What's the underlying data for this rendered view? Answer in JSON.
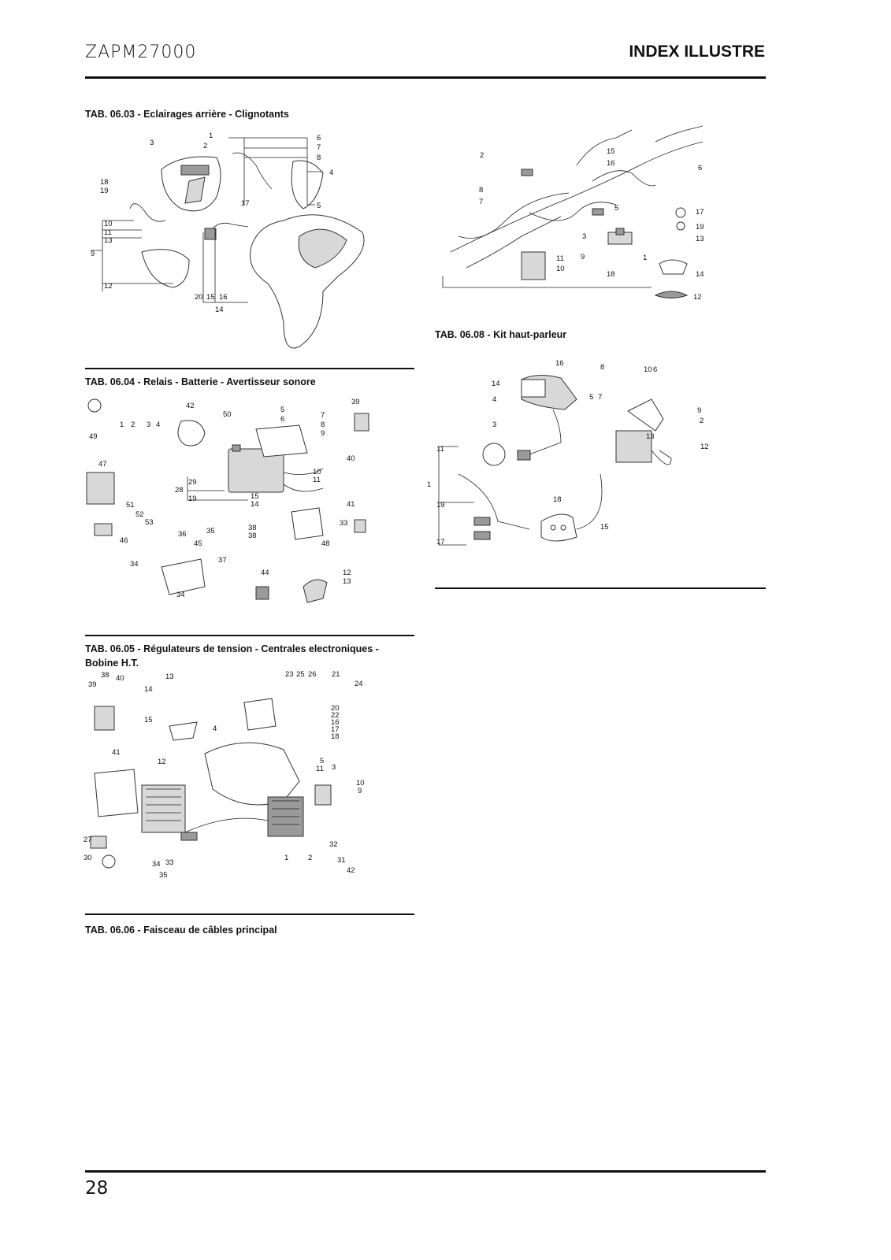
{
  "header": {
    "code": "ZAPM27000",
    "title": "INDEX ILLUSTRE"
  },
  "sections": {
    "tab0603": {
      "caption": "TAB. 06.03 - Eclairages arrière - Clignotants",
      "labels": [
        "1",
        "2",
        "3",
        "4",
        "5",
        "6",
        "7",
        "8",
        "9",
        "10",
        "11",
        "12",
        "13",
        "14",
        "15",
        "16",
        "17",
        "18",
        "19",
        "20"
      ]
    },
    "tab0604": {
      "caption": "TAB. 06.04 - Relais - Batterie - Avertisseur sonore",
      "labels": [
        "1",
        "2",
        "3",
        "4",
        "5",
        "6",
        "7",
        "8",
        "9",
        "10",
        "11",
        "12",
        "13",
        "14",
        "15",
        "19",
        "28",
        "29",
        "33",
        "34",
        "35",
        "36",
        "37",
        "38",
        "38",
        "39",
        "40",
        "41",
        "42",
        "44",
        "45",
        "46",
        "47",
        "48",
        "49",
        "50",
        "51",
        "52",
        "53",
        "34"
      ]
    },
    "tab0605": {
      "caption_line1": "TAB. 06.05 - Régulateurs de tension - Centrales electroniques -",
      "caption_line2": "Bobine H.T.",
      "labels": [
        "1",
        "2",
        "3",
        "4",
        "5",
        "9",
        "10",
        "11",
        "12",
        "13",
        "14",
        "15",
        "16",
        "17",
        "18",
        "20",
        "21",
        "22",
        "23",
        "24",
        "25",
        "26",
        "27",
        "30",
        "31",
        "32",
        "33",
        "34",
        "35",
        "38",
        "39",
        "40",
        "41",
        "42"
      ]
    },
    "tab0606": {
      "caption": "TAB. 06.06 - Faisceau de câbles principal",
      "labels": [
        "1",
        "2",
        "3",
        "5",
        "6",
        "7",
        "8",
        "9",
        "10",
        "11",
        "12",
        "13",
        "14",
        "15",
        "16",
        "17",
        "18",
        "19"
      ]
    },
    "tab0608": {
      "caption": "TAB. 06.08 - Kit haut-parleur",
      "labels": [
        "1",
        "2",
        "3",
        "4",
        "5",
        "6",
        "7",
        "8",
        "9",
        "10",
        "11",
        "12",
        "13",
        "14",
        "15",
        "16",
        "17",
        "18",
        "19"
      ]
    }
  },
  "footer": {
    "page_number": "28"
  }
}
